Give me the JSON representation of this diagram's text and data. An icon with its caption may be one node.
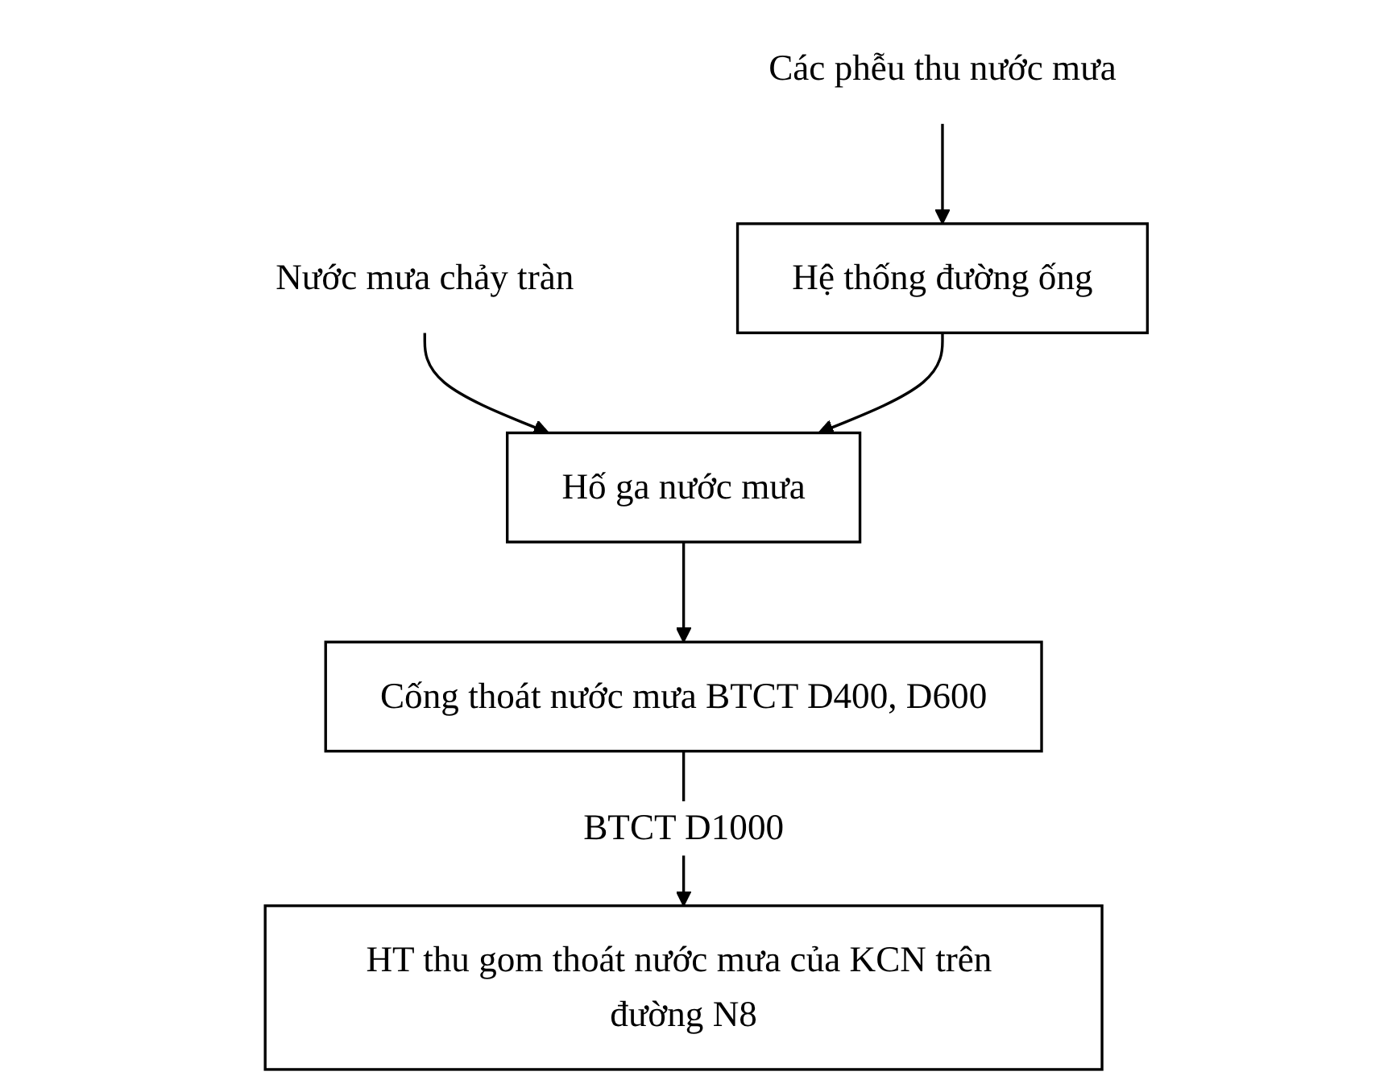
{
  "diagram": {
    "nodes": [
      {
        "text": [
          "Nước mưa chảy tràn"
        ]
      },
      {
        "text": [
          "Các phễu thu nước mưa"
        ]
      },
      {
        "text": [
          "Hệ thống đường ống"
        ]
      },
      {
        "text": [
          "Hố ga nước mưa"
        ]
      },
      {
        "text": [
          "Cống thoát nước mưa BTCT D400, D600"
        ]
      },
      {
        "text": [
          "HT thu gom thoát nước mưa của KCN trên đường N8"
        ]
      }
    ],
    "edges": [
      {
        "from": 0,
        "to": 3,
        "arrow": "to"
      },
      {
        "from": 1,
        "to": 2,
        "arrow": "to"
      },
      {
        "from": 2,
        "to": 3,
        "arrow": "to"
      },
      {
        "from": 3,
        "to": 4,
        "arrow": "to"
      },
      {
        "from": 4,
        "to": 5,
        "arrow": "to",
        "label": "BTCT D1000"
      }
    ]
  }
}
